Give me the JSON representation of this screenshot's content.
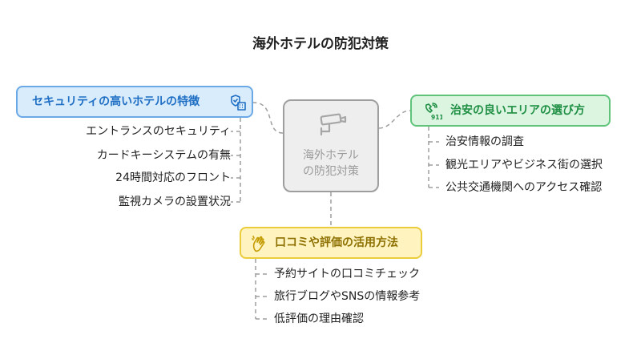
{
  "title": "海外ホテルの防犯対策",
  "center": {
    "label": "海外ホテル\nの防犯対策",
    "icon": "security-camera-icon"
  },
  "branches": {
    "features": {
      "label": "セキュリティの高いホテルの特徴",
      "icon": "building-shield-icon",
      "color": "#6aa9e6",
      "items": [
        "エントランスのセキュリティ",
        "カードキーシステムの有無",
        "24時間対応のフロント",
        "監視カメラの設置状況"
      ]
    },
    "area": {
      "label": "治安の良いエリアの選び方",
      "icon": "phone-911-icon",
      "color": "#5fc47a",
      "items": [
        "治安情報の調査",
        "観光エリアやビジネス街の選択",
        "公共交通機関へのアクセス確認"
      ]
    },
    "reviews": {
      "label": "口コミや評価の活用方法",
      "icon": "clapping-hands-icon",
      "color": "#ebcc3b",
      "items": [
        "予約サイトの口コミチェック",
        "旅行ブログやSNSの情報参考",
        "低評価の理由確認"
      ]
    }
  }
}
